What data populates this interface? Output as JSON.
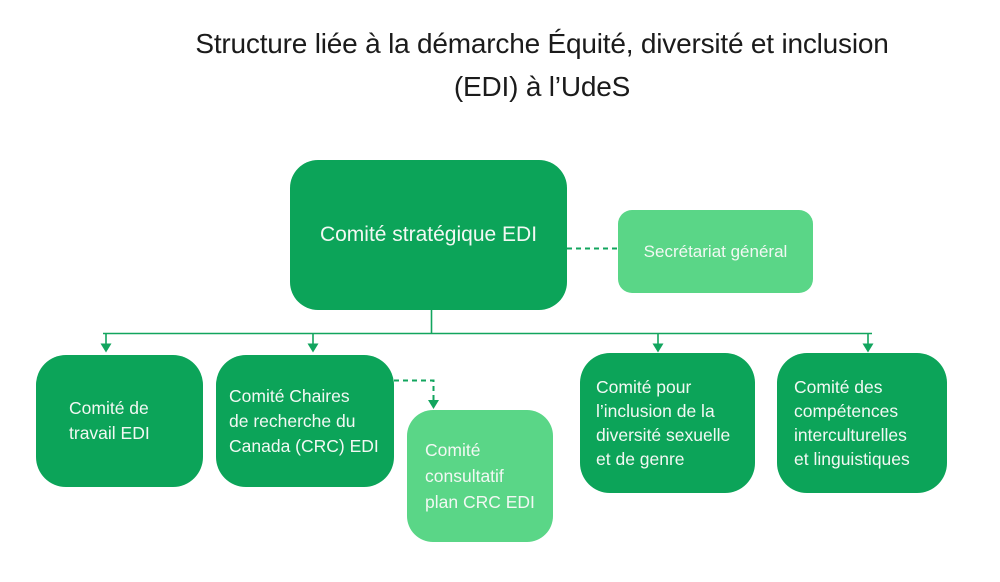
{
  "title": {
    "line1": "Structure liée à la démarche Équité, diversité et inclusion",
    "line2": "(EDI) à l’UdeS"
  },
  "colors": {
    "node_primary": "#0CA459",
    "node_secondary": "#5AD687",
    "connector": "#12A55E",
    "title_text": "#1B1B1B",
    "node_text": "#F2F8F3",
    "background": "#FFFFFF"
  },
  "nodes": {
    "strategique": {
      "label": "Comité stratégique EDI"
    },
    "secretariat": {
      "label": "Secrétariat général"
    },
    "travail": {
      "lines": [
        "Comité de",
        "travail EDI"
      ]
    },
    "chaires": {
      "lines": [
        "Comité Chaires",
        "de recherche du",
        "Canada (CRC) EDI"
      ]
    },
    "consultatif": {
      "lines": [
        "Comité",
        "consultatif",
        "plan CRC EDI"
      ]
    },
    "inclusion": {
      "lines": [
        "Comité pour",
        "l’inclusion de la",
        "diversité sexuelle",
        "et de genre"
      ]
    },
    "competences": {
      "lines": [
        "Comité des",
        "compétences",
        "interculturelles",
        "et linguistiques"
      ]
    }
  }
}
